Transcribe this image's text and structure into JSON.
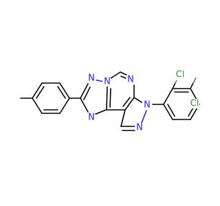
{
  "molecule": {
    "atom_labels": {
      "n_triazole_top": "N",
      "n_triazole_bridge": "N",
      "n_triazole_bottom": "N",
      "n_pyrimidine": "N",
      "n_pyrazole_aryl": "N",
      "n_pyrazole": "N",
      "cl_meta": "Cl",
      "cl_para": "Cl"
    },
    "colors": {
      "carbon_bond": "#000000",
      "nitrogen": "#2323e6",
      "chlorine": "#2e9c2e",
      "background": "#ffffff"
    }
  }
}
